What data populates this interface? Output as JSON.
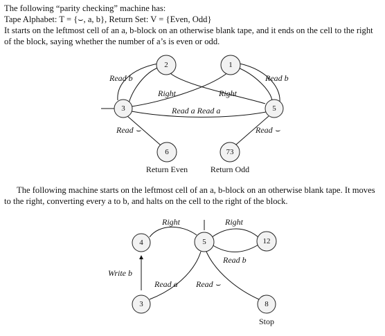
{
  "intro": {
    "line1": "The following “parity checking” machine has:",
    "line2": "Tape Alphabet: T = {⌣, a, b}, Return Set: V = {Even, Odd}",
    "line3": "It starts on the leftmost cell of an a, b-block on an otherwise blank tape, and it ends on the cell to the right",
    "line4": "of the block, saying whether the number of a’s is even or odd."
  },
  "diagram1": {
    "states": {
      "s2": "2",
      "s1": "1",
      "s3": "3",
      "s5": "5",
      "s6": "6",
      "s73": "73"
    },
    "labels": {
      "read_b_left": "Read b",
      "read_b_right": "Read b",
      "right_left": "Right",
      "right_right": "Right",
      "read_a_pair": "Read a  Read a",
      "read_blank_left": "Read ⌣",
      "read_blank_right": "Read ⌣"
    },
    "returns": {
      "even": "Return Even",
      "odd": "Return Odd"
    }
  },
  "second": {
    "line1": "The following machine starts on the leftmost cell of an a, b-block on an otherwise blank tape. It moves",
    "line2": "to the right, converting every a to b, and halts on the cell to the right of the block."
  },
  "diagram2": {
    "states": {
      "s4": "4",
      "s5": "5",
      "s12": "12",
      "s3": "3",
      "s8": "8"
    },
    "labels": {
      "right_left": "Right",
      "right_right": "Right",
      "read_b": "Read b",
      "write_b": "Write b",
      "read_a": "Read a",
      "read_blank": "Read ⌣"
    },
    "stop": "Stop"
  }
}
